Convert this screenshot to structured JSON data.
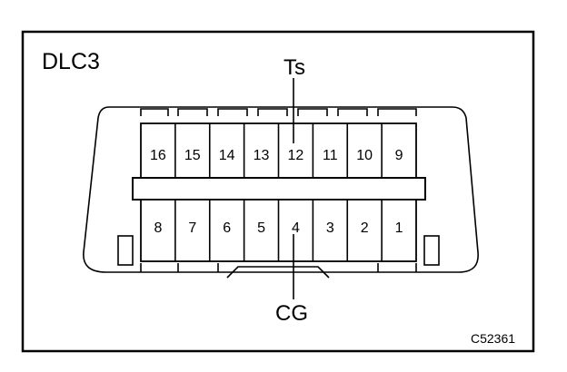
{
  "connector_name": "DLC3",
  "top_callout": "Ts",
  "bottom_callout": "CG",
  "figure_code": "C52361",
  "top_row_pins": [
    "16",
    "15",
    "14",
    "13",
    "12",
    "11",
    "10",
    "9"
  ],
  "bottom_row_pins": [
    "8",
    "7",
    "6",
    "5",
    "4",
    "3",
    "2",
    "1"
  ]
}
